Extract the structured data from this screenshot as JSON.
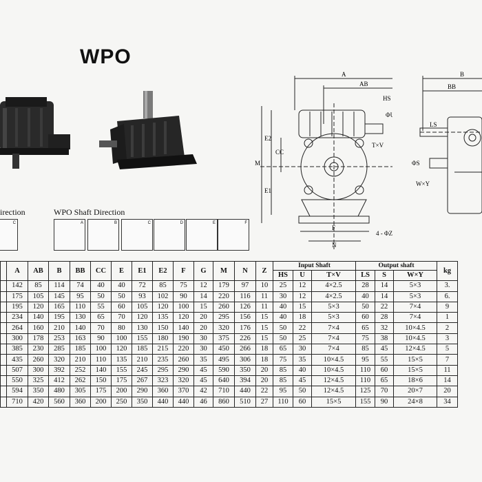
{
  "title": "WPO",
  "shaft_direction_left": "irection",
  "shaft_direction_right": "WPO Shaft Direction",
  "shaft_letters": [
    "C",
    "A",
    "B",
    "C",
    "D",
    "E",
    "F"
  ],
  "dims": {
    "A": "A",
    "AB": "AB",
    "HS": "HS",
    "U": "ΦU",
    "TV": "T×V",
    "E1": "E1",
    "E2": "E2",
    "CC": "CC",
    "M": "M",
    "F": "F",
    "N": "N",
    "Z": "4 - ΦZ",
    "B": "B",
    "BB": "BB",
    "LS": "LS",
    "S": "ΦS",
    "WY": "W×Y"
  },
  "table": {
    "group_input": "Input Shaft",
    "group_output": "Output shaft",
    "group_kg": "kg",
    "headers": [
      "A",
      "AB",
      "B",
      "BB",
      "CC",
      "E",
      "E1",
      "E2",
      "F",
      "G",
      "M",
      "N",
      "Z",
      "HS",
      "U",
      "T×V",
      "LS",
      "S",
      "W×Y",
      "kg"
    ],
    "rows": [
      [
        "142",
        "85",
        "114",
        "74",
        "40",
        "40",
        "72",
        "85",
        "75",
        "12",
        "179",
        "97",
        "10",
        "25",
        "12",
        "4×2.5",
        "28",
        "14",
        "5×3",
        "3."
      ],
      [
        "175",
        "105",
        "145",
        "95",
        "50",
        "50",
        "93",
        "102",
        "90",
        "14",
        "220",
        "116",
        "11",
        "30",
        "12",
        "4×2.5",
        "40",
        "14",
        "5×3",
        "6."
      ],
      [
        "195",
        "120",
        "165",
        "110",
        "55",
        "60",
        "105",
        "120",
        "100",
        "15",
        "260",
        "126",
        "11",
        "40",
        "15",
        "5×3",
        "50",
        "22",
        "7×4",
        "9"
      ],
      [
        "234",
        "140",
        "195",
        "130",
        "65",
        "70",
        "120",
        "135",
        "120",
        "20",
        "295",
        "156",
        "15",
        "40",
        "18",
        "5×3",
        "60",
        "28",
        "7×4",
        "1"
      ],
      [
        "264",
        "160",
        "210",
        "140",
        "70",
        "80",
        "130",
        "150",
        "140",
        "20",
        "320",
        "176",
        "15",
        "50",
        "22",
        "7×4",
        "65",
        "32",
        "10×4.5",
        "2"
      ],
      [
        "300",
        "178",
        "253",
        "163",
        "90",
        "100",
        "155",
        "180",
        "190",
        "30",
        "375",
        "226",
        "15",
        "50",
        "25",
        "7×4",
        "75",
        "38",
        "10×4.5",
        "3"
      ],
      [
        "385",
        "230",
        "285",
        "185",
        "100",
        "120",
        "185",
        "215",
        "220",
        "30",
        "450",
        "266",
        "18",
        "65",
        "30",
        "7×4",
        "85",
        "45",
        "12×4.5",
        "5"
      ],
      [
        "435",
        "260",
        "320",
        "210",
        "110",
        "135",
        "210",
        "235",
        "260",
        "35",
        "495",
        "306",
        "18",
        "75",
        "35",
        "10×4.5",
        "95",
        "55",
        "15×5",
        "7"
      ],
      [
        "507",
        "300",
        "392",
        "252",
        "140",
        "155",
        "245",
        "295",
        "290",
        "45",
        "590",
        "350",
        "20",
        "85",
        "40",
        "10×4.5",
        "110",
        "60",
        "15×5",
        "11"
      ],
      [
        "550",
        "325",
        "412",
        "262",
        "150",
        "175",
        "267",
        "323",
        "320",
        "45",
        "640",
        "394",
        "20",
        "85",
        "45",
        "12×4.5",
        "110",
        "65",
        "18×6",
        "14"
      ],
      [
        "594",
        "350",
        "480",
        "305",
        "175",
        "200",
        "290",
        "360",
        "370",
        "42",
        "710",
        "440",
        "22",
        "95",
        "50",
        "12×4.5",
        "125",
        "70",
        "20×7",
        "20"
      ],
      [
        "710",
        "420",
        "560",
        "360",
        "200",
        "250",
        "350",
        "440",
        "440",
        "46",
        "860",
        "510",
        "27",
        "110",
        "60",
        "15×5",
        "155",
        "90",
        "24×8",
        "34"
      ]
    ]
  }
}
